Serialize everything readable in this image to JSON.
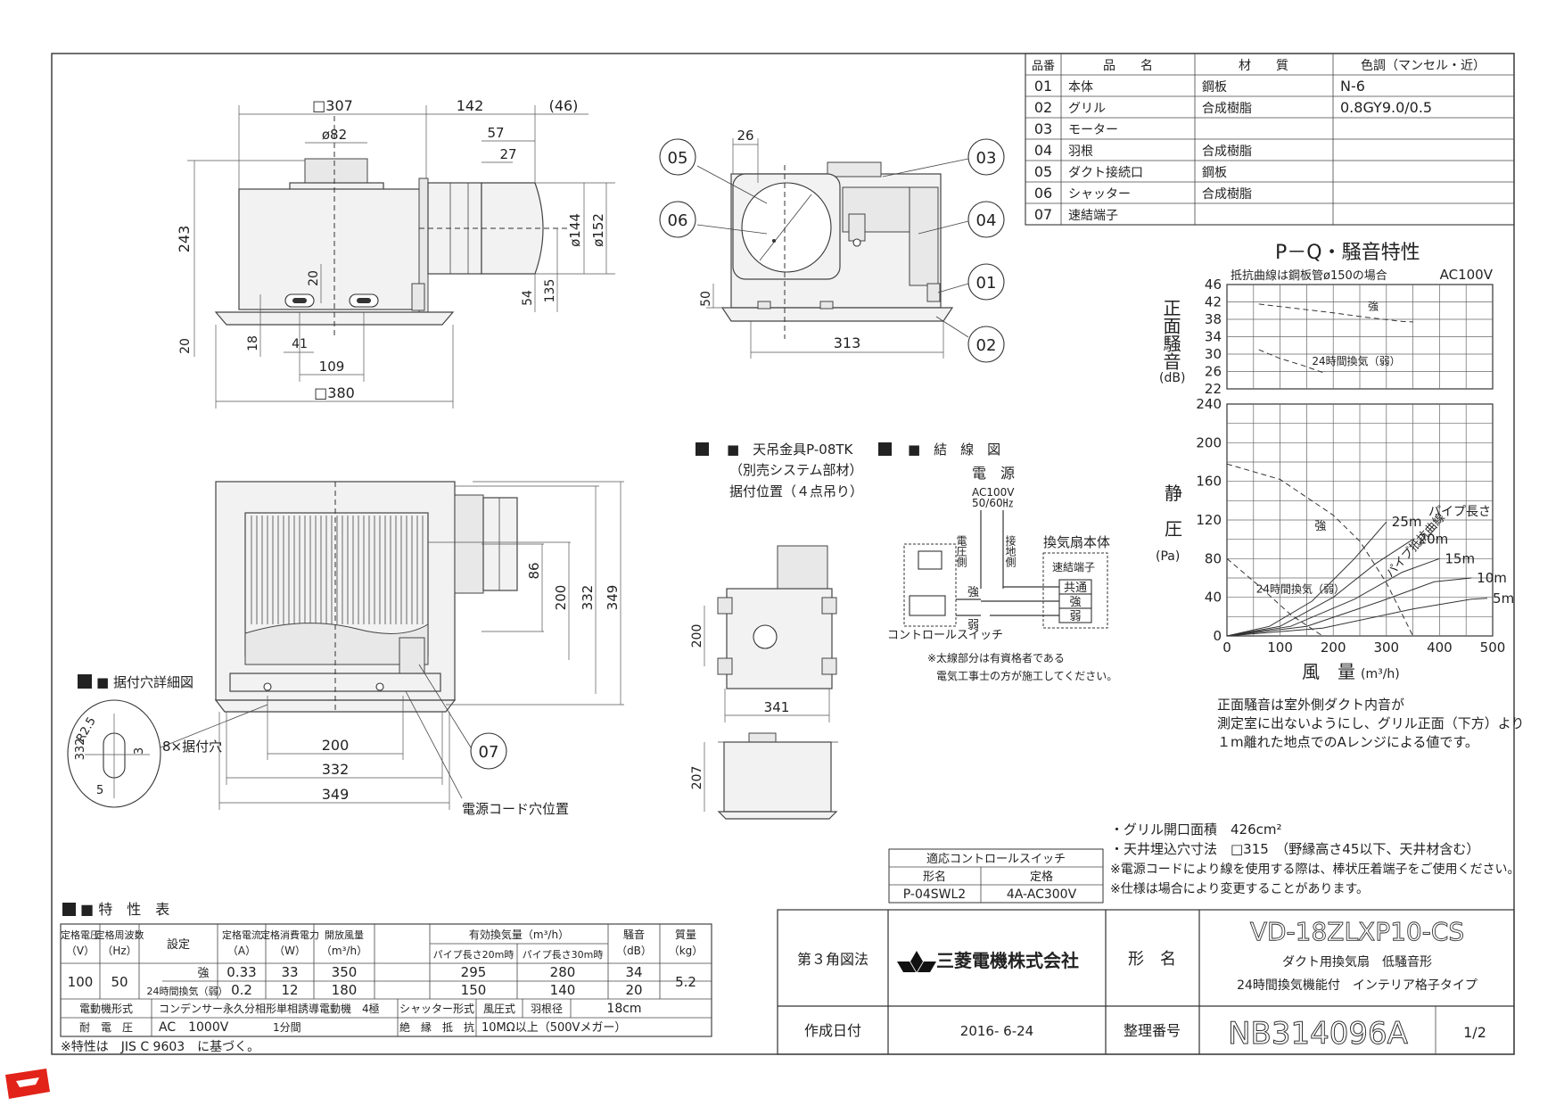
{
  "parts_table": {
    "headers": [
      "品番",
      "品　　名",
      "材　　質",
      "色調（マンセル・近）"
    ],
    "rows": [
      [
        "01",
        "本体",
        "鋼板",
        "N-6"
      ],
      [
        "02",
        "グリル",
        "合成樹脂",
        "0.8GY9.0/0.5"
      ],
      [
        "03",
        "モーター",
        "",
        ""
      ],
      [
        "04",
        "羽根",
        "合成樹脂",
        ""
      ],
      [
        "05",
        "ダクト接続口",
        "鋼板",
        ""
      ],
      [
        "06",
        "シャッター",
        "合成樹脂",
        ""
      ],
      [
        "07",
        "速結端子",
        "",
        ""
      ]
    ]
  },
  "callouts": [
    "05",
    "06",
    "03",
    "04",
    "01",
    "02",
    "07"
  ],
  "dims_side": {
    "d307": "□307",
    "d142": "142",
    "d46": "(46)",
    "d82": "ø82",
    "d57": "57",
    "d27": "27",
    "d243": "243",
    "d144": "ø144",
    "d152": "ø152",
    "d20a": "20",
    "d54": "54",
    "d135": "135",
    "d20b": "20",
    "d18": "18",
    "d41": "41",
    "d109": "109",
    "d380": "□380"
  },
  "dims_front": {
    "d26": "26",
    "d50": "50",
    "d313": "313"
  },
  "dims_bottom": {
    "d86": "86",
    "d200v": "200",
    "d332v": "332",
    "d349v": "349",
    "d200h": "200",
    "d332h": "332",
    "d349h": "349"
  },
  "labels": {
    "mount_detail": "■ 据付穴詳細図",
    "mount_holes": "8×据付穴",
    "cord_hole": "電源コード穴位置",
    "r25": "R2.5",
    "d332s": "332",
    "d3": "3",
    "d5": "5"
  },
  "hanger": {
    "title": "■　天吊金具P-08TK",
    "sub1": "（別売システム部材）",
    "sub2": "据付位置（４点吊り）",
    "d200": "200",
    "d341": "341",
    "d207": "207"
  },
  "wiring": {
    "title": "■　結　線　図",
    "power": "電　源",
    "ac": "AC100V",
    "hz": "50/60㎐",
    "voltage_side": "電圧側",
    "ground_side": "接地側",
    "fan_body": "換気扇本体",
    "terminal": "速結端子",
    "common": "共通",
    "strong": "強",
    "weak": "弱",
    "sw_strong": "強",
    "sw_weak": "弱",
    "control_switch": "コントロールスイッチ",
    "note1": "※太線部分は有資格者である",
    "note2": "電気工事士の方が施工してください。"
  },
  "chart_title": "P－Q・騒音特性",
  "chart_data": [
    {
      "type": "line",
      "title": "",
      "annotation": "抵抗曲線は鋼板管ø150の場合",
      "supply": "AC100V",
      "ylabel": "正面騒音",
      "yunit": "(dB)",
      "ylim": [
        22,
        46
      ],
      "yticks": [
        22,
        26,
        30,
        34,
        38,
        42,
        46
      ],
      "xlim": [
        0,
        500
      ],
      "grid": true,
      "series": [
        {
          "name": "強",
          "x": [
            60,
            130,
            200,
            260,
            330,
            350
          ],
          "y": [
            41.5,
            40.5,
            39.5,
            38.5,
            37.5,
            37.4
          ]
        },
        {
          "name": "24時間換気（弱）",
          "x": [
            60,
            100,
            140,
            180
          ],
          "y": [
            31,
            29,
            27.5,
            25.8
          ]
        }
      ]
    },
    {
      "type": "line",
      "title": "",
      "ylabel": "静圧",
      "yunit": "(Pa)",
      "xlabel": "風　量",
      "xunit": "(m³/h)",
      "ylim": [
        0,
        240
      ],
      "yticks": [
        0,
        40,
        80,
        120,
        160,
        200,
        240
      ],
      "xlim": [
        0,
        500
      ],
      "xticks": [
        0,
        100,
        200,
        300,
        400,
        500
      ],
      "grid": true,
      "legend_title": "パイプ長さ",
      "pipe_curve_label": "パイプ抵抗曲線",
      "series": [
        {
          "name": "強",
          "x": [
            0,
            100,
            200,
            250,
            300,
            350
          ],
          "y": [
            178,
            162,
            125,
            98,
            55,
            0
          ]
        },
        {
          "name": "24時間換気（弱）",
          "x": [
            0,
            60,
            120,
            180
          ],
          "y": [
            80,
            52,
            22,
            0
          ]
        },
        {
          "name": "25m",
          "x": [
            0,
            80,
            160,
            240,
            300
          ],
          "y": [
            0,
            10,
            36,
            80,
            118
          ]
        },
        {
          "name": "20m",
          "x": [
            0,
            100,
            200,
            280,
            350
          ],
          "y": [
            0,
            10,
            40,
            75,
            100
          ]
        },
        {
          "name": "15m",
          "x": [
            0,
            120,
            240,
            330,
            400
          ],
          "y": [
            0,
            10,
            38,
            66,
            80
          ]
        },
        {
          "name": "10m",
          "x": [
            0,
            150,
            290,
            390,
            460
          ],
          "y": [
            0,
            10,
            36,
            56,
            60
          ]
        },
        {
          "name": "5m",
          "x": [
            0,
            180,
            350,
            460,
            490
          ],
          "y": [
            0,
            8,
            28,
            38,
            39
          ]
        }
      ]
    }
  ],
  "chart_note": [
    "正面騒音は室外側ダクト内音が",
    "測定室に出ないようにし、グリル正面（下方）より",
    "１m離れた地点でのAレンジによる値です。"
  ],
  "notes": [
    "・グリル開口面積　426cm²",
    "・天井埋込穴寸法　□315　（野縁高さ45以下、天井材含む）",
    "※電源コードにより線を使用する際は、棒状圧着端子をご使用ください。",
    "※仕様は場合により変更することがあります。"
  ],
  "switch_table": {
    "title": "適応コントロールスイッチ",
    "h1": "形名",
    "h2": "定格",
    "v1": "P-04SWL2",
    "v2": "4A-AC300V"
  },
  "spec": {
    "title": "■ 特　性　表",
    "h_voltage": "定格電圧",
    "h_voltage_u": "（V）",
    "h_freq": "定格周波数",
    "h_freq_u": "（Hz）",
    "h_setting": "設定",
    "h_current": "定格電流",
    "h_current_u": "（A）",
    "h_power": "定格消費電力",
    "h_power_u": "（W）",
    "h_openflow": "開放風量",
    "h_openflow_u": "（m³/h）",
    "h_effective": "有効換気量（m³/h）",
    "h_p20": "パイプ長さ20m時",
    "h_p30": "パイプ長さ30m時",
    "h_noise": "騒音",
    "h_noise_u": "（dB）",
    "h_mass": "質量",
    "h_mass_u": "（kg）",
    "voltage": "100",
    "freq": "50",
    "mass": "5.2",
    "rows": [
      {
        "setting": "強",
        "current": "0.33",
        "power": "33",
        "open": "350",
        "p20": "295",
        "p30": "280",
        "noise": "34"
      },
      {
        "setting": "24時間換気（弱）",
        "current": "0.2",
        "power": "12",
        "open": "180",
        "p20": "150",
        "p30": "140",
        "noise": "20"
      }
    ],
    "motor_label": "電動機形式",
    "motor_value": "コンデンサー永久分相形単相誘導電動機　4極",
    "shutter_label": "シャッター形式",
    "shutter_value": "風圧式",
    "blade_label": "羽根径",
    "blade_value": "18cm",
    "withstand_label": "耐　電　圧",
    "withstand_value": "AC　1000V",
    "withstand_time": "1分間",
    "insulation_label": "絶　縁　抵　抗",
    "insulation_value": "10MΩ以上（500Vメガー）",
    "footnote": "※特性は　JIS C 9603　に基づく。"
  },
  "titleblock": {
    "projection": "第３角図法",
    "company": "三菱電機株式会社",
    "model_label": "形　名",
    "model": "VD-18ZLXP10-CS",
    "desc1": "ダクト用換気扇　低騒音形",
    "desc2": "24時間換気機能付　インテリア格子タイプ",
    "date_label": "作成日付",
    "date": "2016- 6-24",
    "number_label": "整理番号",
    "number": "NB314096A",
    "page": "1/2"
  },
  "colors": {
    "line": "#333333",
    "logo_red": "#e2231a",
    "background": "#ffffff"
  },
  "icons": [
    "mitsubishi-logo-icon",
    "corner-mark-icon"
  ]
}
